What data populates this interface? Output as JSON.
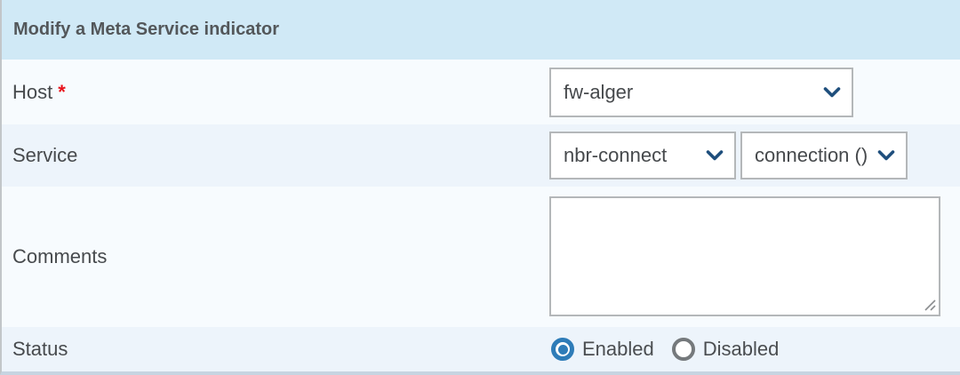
{
  "header": {
    "title": "Modify a Meta Service indicator"
  },
  "fields": {
    "host": {
      "label": "Host",
      "required_marker": "*",
      "value": "fw-alger"
    },
    "service": {
      "label": "Service",
      "service_value": "nbr-connect",
      "metric_value": "connection ()"
    },
    "comments": {
      "label": "Comments",
      "value": ""
    },
    "status": {
      "label": "Status",
      "options": [
        {
          "label": "Enabled",
          "selected": true
        },
        {
          "label": "Disabled",
          "selected": false
        }
      ]
    }
  },
  "icons": {
    "select_chevron": "chevron-down",
    "textarea_grip": "resize-handle"
  },
  "colors": {
    "header_bg": "#d0e9f6",
    "row_light_bg": "#f7fbfe",
    "row_tint_bg": "#edf4fb",
    "accent_blue": "#2e7cb8",
    "chevron_blue": "#1e4e7c",
    "required_red": "#e8111b",
    "border_gray": "#b4b7b9",
    "bottom_border": "#c7d4e1"
  }
}
